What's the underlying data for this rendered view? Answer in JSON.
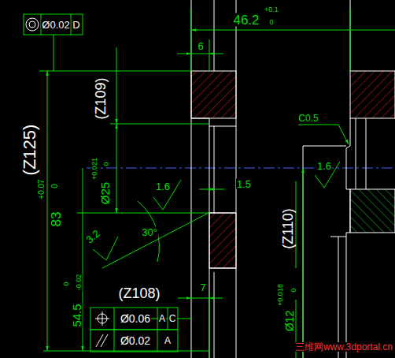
{
  "diagram": {
    "labels": [
      "Ø0.02",
      "D",
      "46.2",
      "+0.1",
      "0",
      "6",
      "(Z109)",
      "(Z125)",
      "83",
      "+0.07",
      "0",
      "Ø25",
      "+0.021",
      "0",
      "1.6",
      "1.5",
      "C0.5",
      "1.6",
      "3.2",
      "30°",
      "54.5",
      "0",
      "-0.02",
      "(Z110)",
      "Ø12",
      "+0.018",
      "0",
      "(Z108)",
      "7",
      "Ø0.06",
      "A",
      "C",
      "Ø0.02",
      "A",
      "三维网www.3dportal.cn"
    ]
  }
}
